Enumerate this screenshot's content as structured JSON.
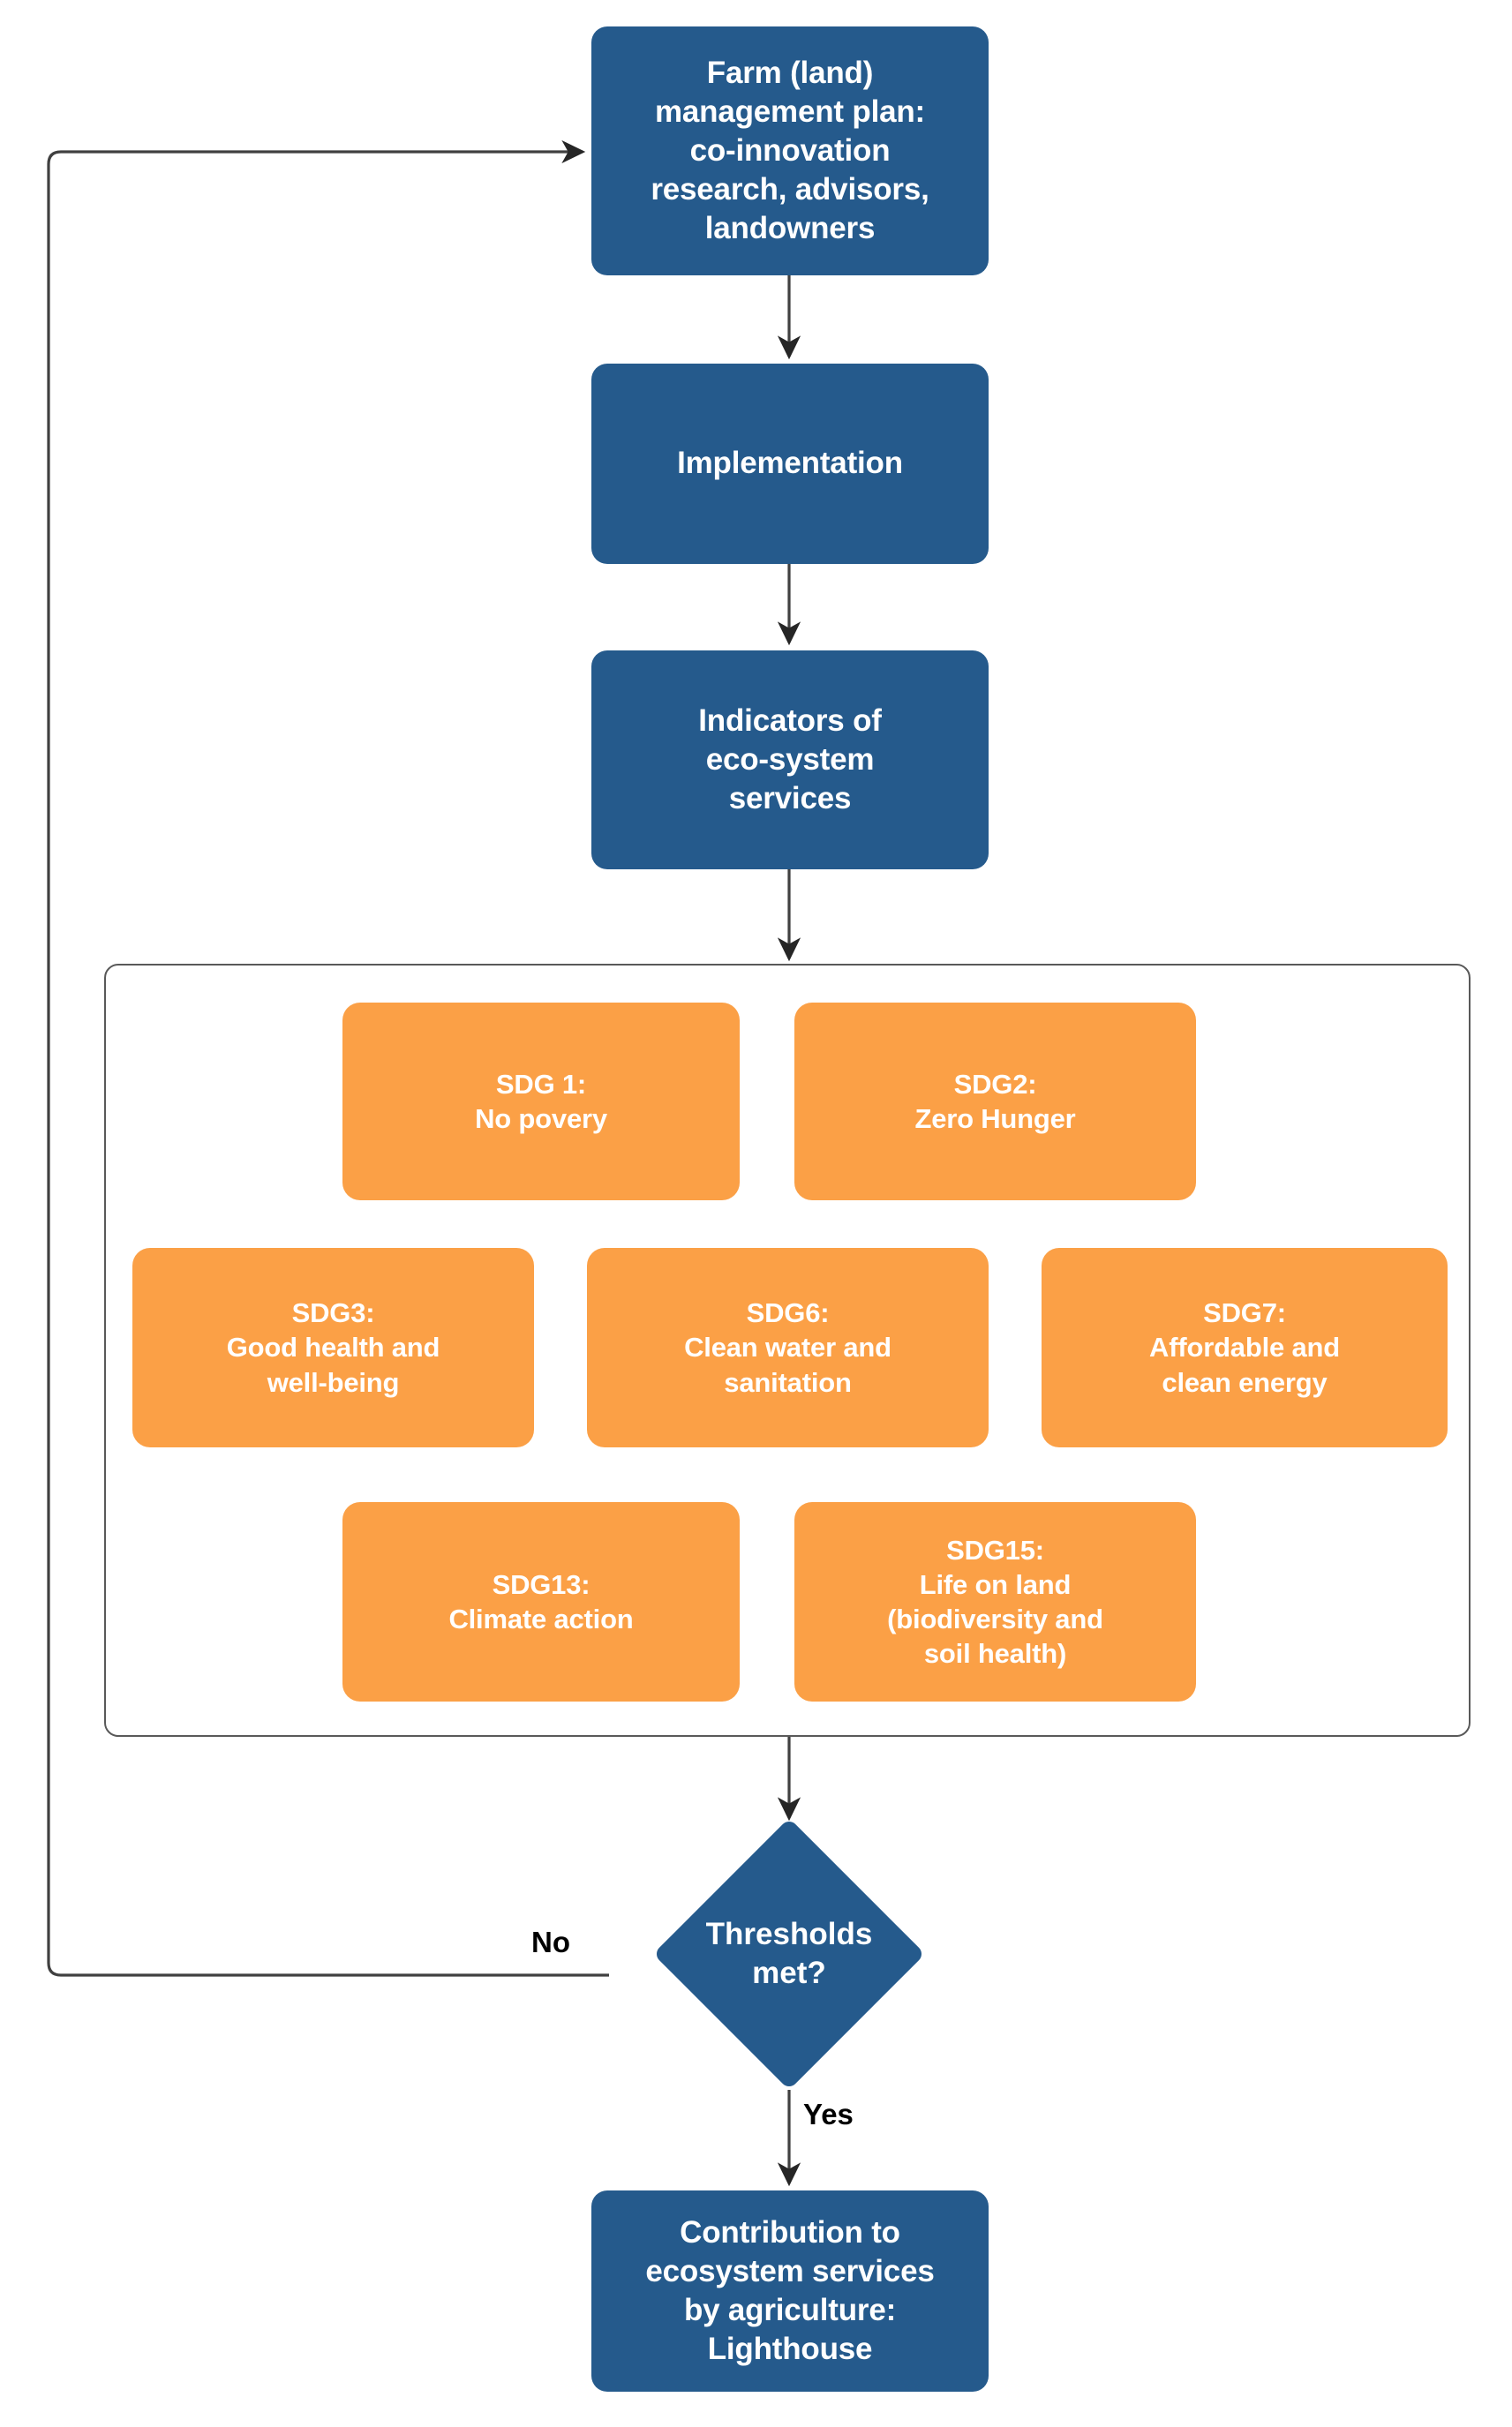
{
  "diagram": {
    "title": "Farm management plan to ecosystem services flowchart",
    "colors": {
      "process_blue": "#255A8C",
      "sdg_orange": "#FBA046",
      "line_gray": "#404040",
      "group_border": "#595959",
      "text_on_fill": "#FFFFFF",
      "label_text": "#000000"
    }
  },
  "nodes": {
    "farm_plan": "Farm (land)\nmanagement plan:\nco-innovation\nresearch, advisors,\nlandowners",
    "implementation": "Implementation",
    "indicators": "Indicators of\neco-system\nservices",
    "decision": "Thresholds\nmet?",
    "outcome": "Contribution to\necosystem services\nby agriculture:\nLighthouse"
  },
  "sdg_group": {
    "rows": [
      {
        "items": [
          {
            "label": "SDG 1:\nNo povery"
          },
          {
            "label": "SDG2:\nZero Hunger"
          }
        ]
      },
      {
        "items": [
          {
            "label": "SDG3:\nGood health and\nwell-being"
          },
          {
            "label": "SDG6:\nClean water and\nsanitation"
          },
          {
            "label": "SDG7:\nAffordable and\nclean energy"
          }
        ]
      },
      {
        "items": [
          {
            "label": "SDG13:\nClimate action"
          },
          {
            "label": "SDG15:\nLife on land\n(biodiversity and\nsoil health)"
          }
        ]
      }
    ]
  },
  "edges": {
    "no_label": "No",
    "yes_label": "Yes"
  }
}
